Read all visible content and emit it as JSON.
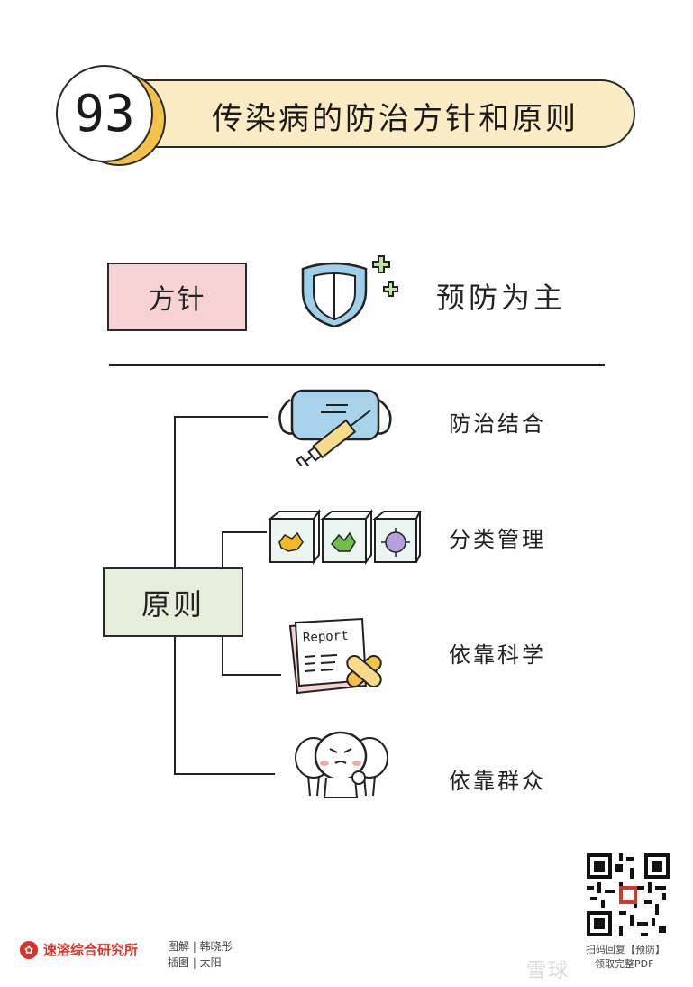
{
  "header": {
    "number": "93",
    "title": "传染病的防治方针和原则"
  },
  "policy": {
    "label": "方针",
    "text": "预防为主"
  },
  "principle": {
    "label": "原则",
    "items": [
      {
        "label": "防治结合"
      },
      {
        "label": "分类管理"
      },
      {
        "label": "依靠科学"
      },
      {
        "label": "依靠群众"
      }
    ]
  },
  "report_label": "Report",
  "footer": {
    "org": "速溶综合研究所",
    "credit_line1": "图解 | 韩晓彤",
    "credit_line2": "插图 | 太阳",
    "qr_caption1": "扫码回复【预防】",
    "qr_caption2": "领取完整PDF",
    "watermark": "雪球"
  },
  "colors": {
    "banner": "#fbecc6",
    "number_shadow": "#f4c24a",
    "policy_box": "#f6d2d2",
    "principle_box": "#e6efdc",
    "mask_blue": "#a9d3ea",
    "logo_red": "#d8342a"
  }
}
